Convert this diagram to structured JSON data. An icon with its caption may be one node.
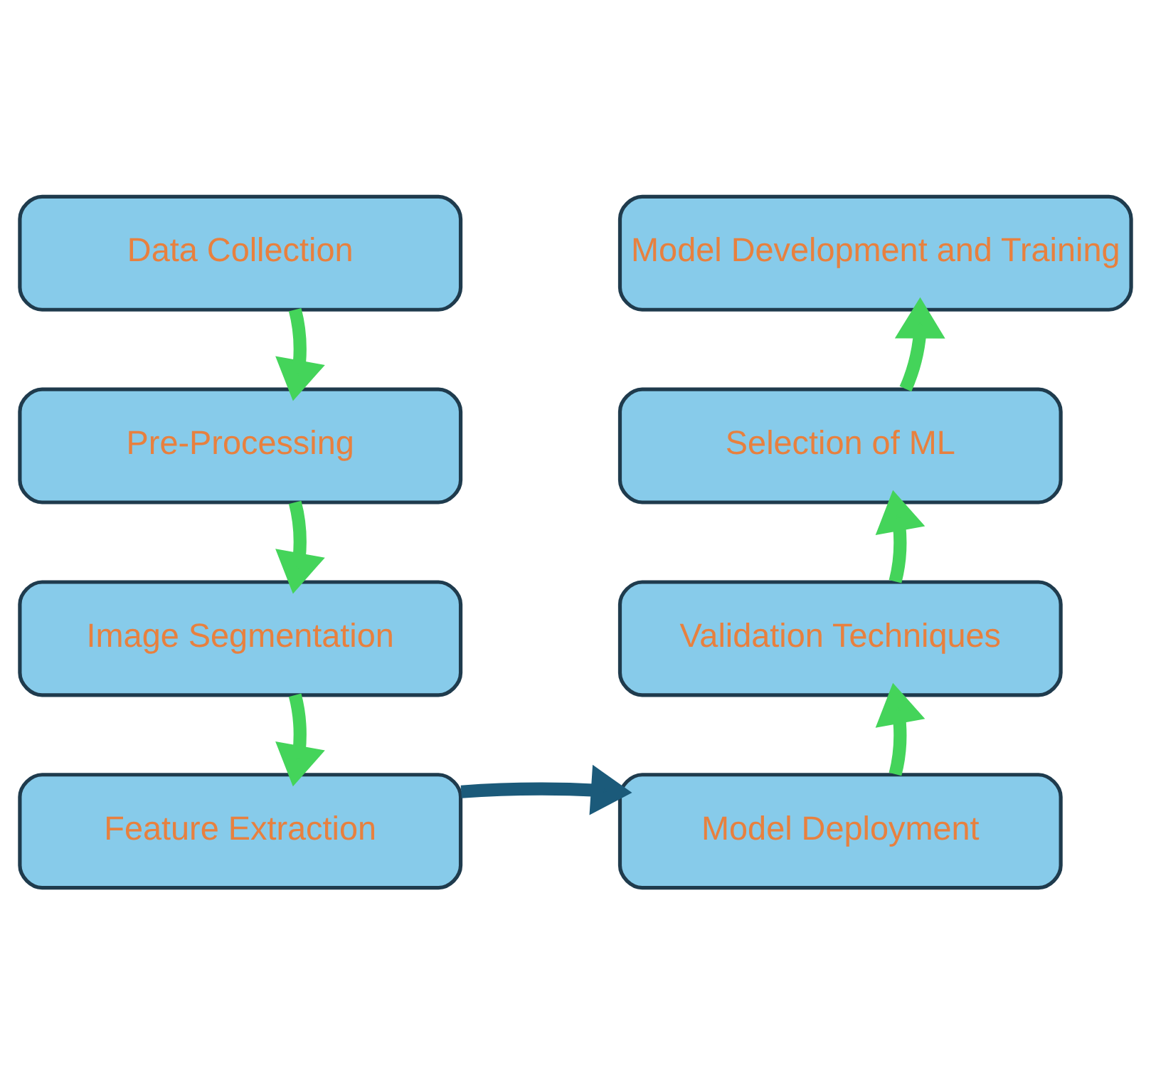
{
  "diagram": {
    "nodes": [
      {
        "text": [
          "Data Collection"
        ]
      },
      {
        "text": [
          "Pre-Processing"
        ]
      },
      {
        "text": [
          "Image Segmentation"
        ]
      },
      {
        "text": [
          "Feature Extraction"
        ]
      },
      {
        "text": [
          "Model Deployment"
        ]
      },
      {
        "text": [
          "Validation Techniques"
        ]
      },
      {
        "text": [
          "Selection of ML"
        ]
      },
      {
        "text": [
          "Model Development and Training"
        ]
      }
    ],
    "edges": [
      {
        "from": 0,
        "to": 1,
        "arrow": "to"
      },
      {
        "from": 1,
        "to": 2,
        "arrow": "to"
      },
      {
        "from": 2,
        "to": 3,
        "arrow": "to"
      },
      {
        "from": 3,
        "to": 4,
        "arrow": "to",
        "color": "#1b5a7a"
      },
      {
        "from": 4,
        "to": 5,
        "arrow": "to"
      },
      {
        "from": 5,
        "to": 6,
        "arrow": "to"
      },
      {
        "from": 6,
        "to": 7,
        "arrow": "to"
      }
    ]
  }
}
